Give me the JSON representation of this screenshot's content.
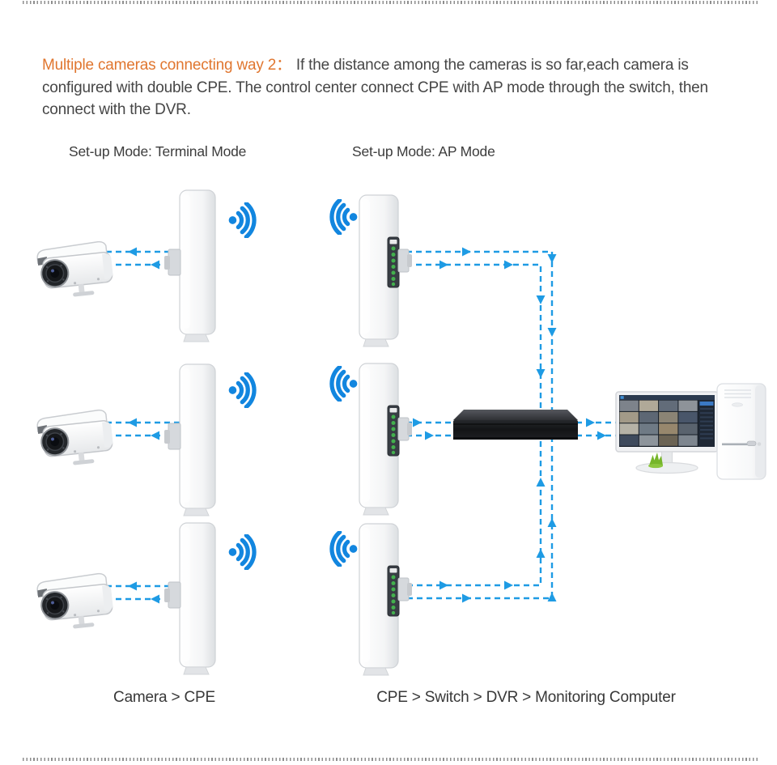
{
  "intro": {
    "highlight": "Multiple cameras connecting way 2：",
    "body": "If the distance among the cameras is so far,each camera is configured with double CPE. The control center connect CPE with AP mode through the switch, then connect with the DVR."
  },
  "modes": {
    "terminal_label": "Set-up Mode: Terminal Mode",
    "ap_label": "Set-up Mode: AP Mode"
  },
  "footers": {
    "terminal": "Camera > CPE",
    "ap": "CPE > Switch > DVR > Monitoring Computer"
  },
  "colors": {
    "highlight_text": "#e0762f",
    "body_text": "#464646",
    "connector_blue": "#1e9be4",
    "wifi_blue": "#1286df",
    "led_green": "#43b04d",
    "switch_body": "#1b1d20"
  },
  "icons": {
    "wifi_terminal": "wifi-signal-right-icon",
    "wifi_ap": "wifi-signal-left-icon"
  }
}
